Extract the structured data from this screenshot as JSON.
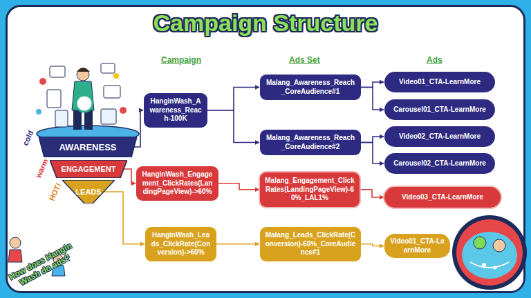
{
  "diagram": {
    "title": "Campaign Structure",
    "nodes": [
      {
        "text": [
          "AWARENESS"
        ]
      },
      {
        "text": [
          "ENGAGEMENT"
        ]
      },
      {
        "text": [
          "LEADS"
        ]
      },
      {
        "text": [
          "HanginWash_Awareness_Reach-100K"
        ]
      },
      {
        "text": [
          "Malang_Awareness_Reach_CoreAudience#1"
        ]
      },
      {
        "text": [
          "Malang_Awareness_Reach_CoreAudience#2"
        ]
      },
      {
        "text": [
          "Video01_CTA-LearnMore"
        ]
      },
      {
        "text": [
          "Carousel01_CTA-LearnMore"
        ]
      },
      {
        "text": [
          "Video02_CTA-LearnMore"
        ]
      },
      {
        "text": [
          "Carousel02_CTA-LearnMore"
        ]
      },
      {
        "text": [
          "HanginWash_Engagement_ClickRates(LandingPageView)->60%"
        ]
      },
      {
        "text": [
          "Malang_Engagement_ClickRates(LandingPageView)-60%_LAL1%"
        ]
      },
      {
        "text": [
          "Video03_CTA-LearnMore"
        ]
      },
      {
        "text": [
          "HanginWash_Leads_ClickRate(Conversion)->60%"
        ]
      },
      {
        "text": [
          "Malang_Leads_ClickRate(Conversion)-60%_CoreAudience#1"
        ]
      },
      {
        "text": [
          "Video01_CTA-LearnMore"
        ]
      }
    ],
    "edges": [
      {
        "from": 0,
        "to": 3,
        "arrow": "to"
      },
      {
        "from": 1,
        "to": 10,
        "arrow": "to"
      },
      {
        "from": 2,
        "to": 13,
        "arrow": "to"
      },
      {
        "from": 3,
        "to": 4,
        "arrow": "to"
      },
      {
        "from": 3,
        "to": 5,
        "arrow": "to"
      },
      {
        "from": 4,
        "to": 6,
        "arrow": "to"
      },
      {
        "from": 4,
        "to": 7,
        "arrow": "to"
      },
      {
        "from": 5,
        "to": 8,
        "arrow": "to"
      },
      {
        "from": 5,
        "to": 9,
        "arrow": "to"
      },
      {
        "from": 10,
        "to": 11,
        "arrow": "to"
      },
      {
        "from": 11,
        "to": 12,
        "arrow": "to"
      },
      {
        "from": 13,
        "to": 14,
        "arrow": "to"
      },
      {
        "from": 14,
        "to": 15,
        "arrow": "to"
      }
    ],
    "labels": [
      "Campaign",
      "Ads Set",
      "Ads",
      "cold",
      "warm",
      "HOT!",
      "How does Hangin Wash do ads?"
    ]
  }
}
